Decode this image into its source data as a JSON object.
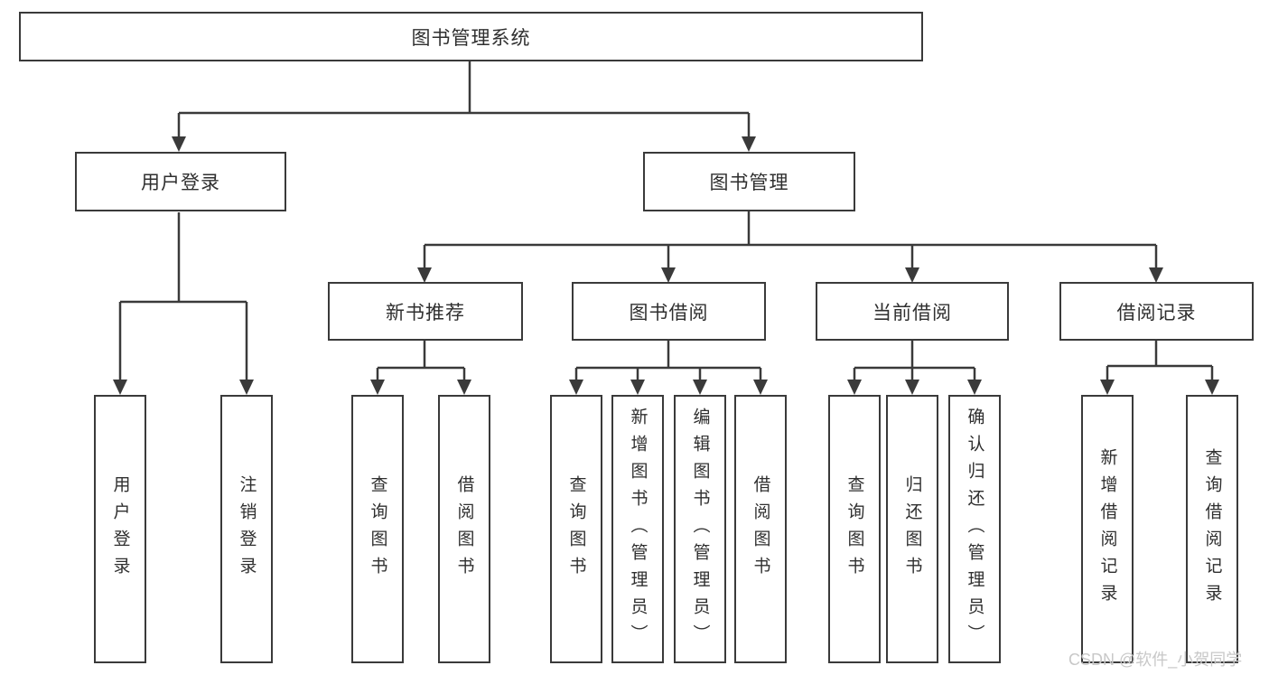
{
  "tree": {
    "root": {
      "label": "图书管理系统",
      "children": [
        {
          "label": "用户登录",
          "children": [
            {
              "label": "用户登录"
            },
            {
              "label": "注销登录"
            }
          ]
        },
        {
          "label": "图书管理",
          "children": [
            {
              "label": "新书推荐",
              "children": [
                {
                  "label": "查询图书"
                },
                {
                  "label": "借阅图书"
                }
              ]
            },
            {
              "label": "图书借阅",
              "children": [
                {
                  "label": "查询图书"
                },
                {
                  "label": "新增图书（管理员）"
                },
                {
                  "label": "编辑图书（管理员）"
                },
                {
                  "label": "借阅图书"
                }
              ]
            },
            {
              "label": "当前借阅",
              "children": [
                {
                  "label": "查询图书"
                },
                {
                  "label": "归还图书"
                },
                {
                  "label": "确认归还（管理员）"
                }
              ]
            },
            {
              "label": "借阅记录",
              "children": [
                {
                  "label": "新增借阅记录"
                },
                {
                  "label": "查询借阅记录"
                }
              ]
            }
          ]
        }
      ]
    }
  },
  "watermark": {
    "text": "CSDN @软件_小贺同学"
  },
  "colors": {
    "line": "#3a3a3a",
    "text": "#2f2f2f",
    "bg": "#ffffff",
    "watermark": "#c8c8c8"
  }
}
